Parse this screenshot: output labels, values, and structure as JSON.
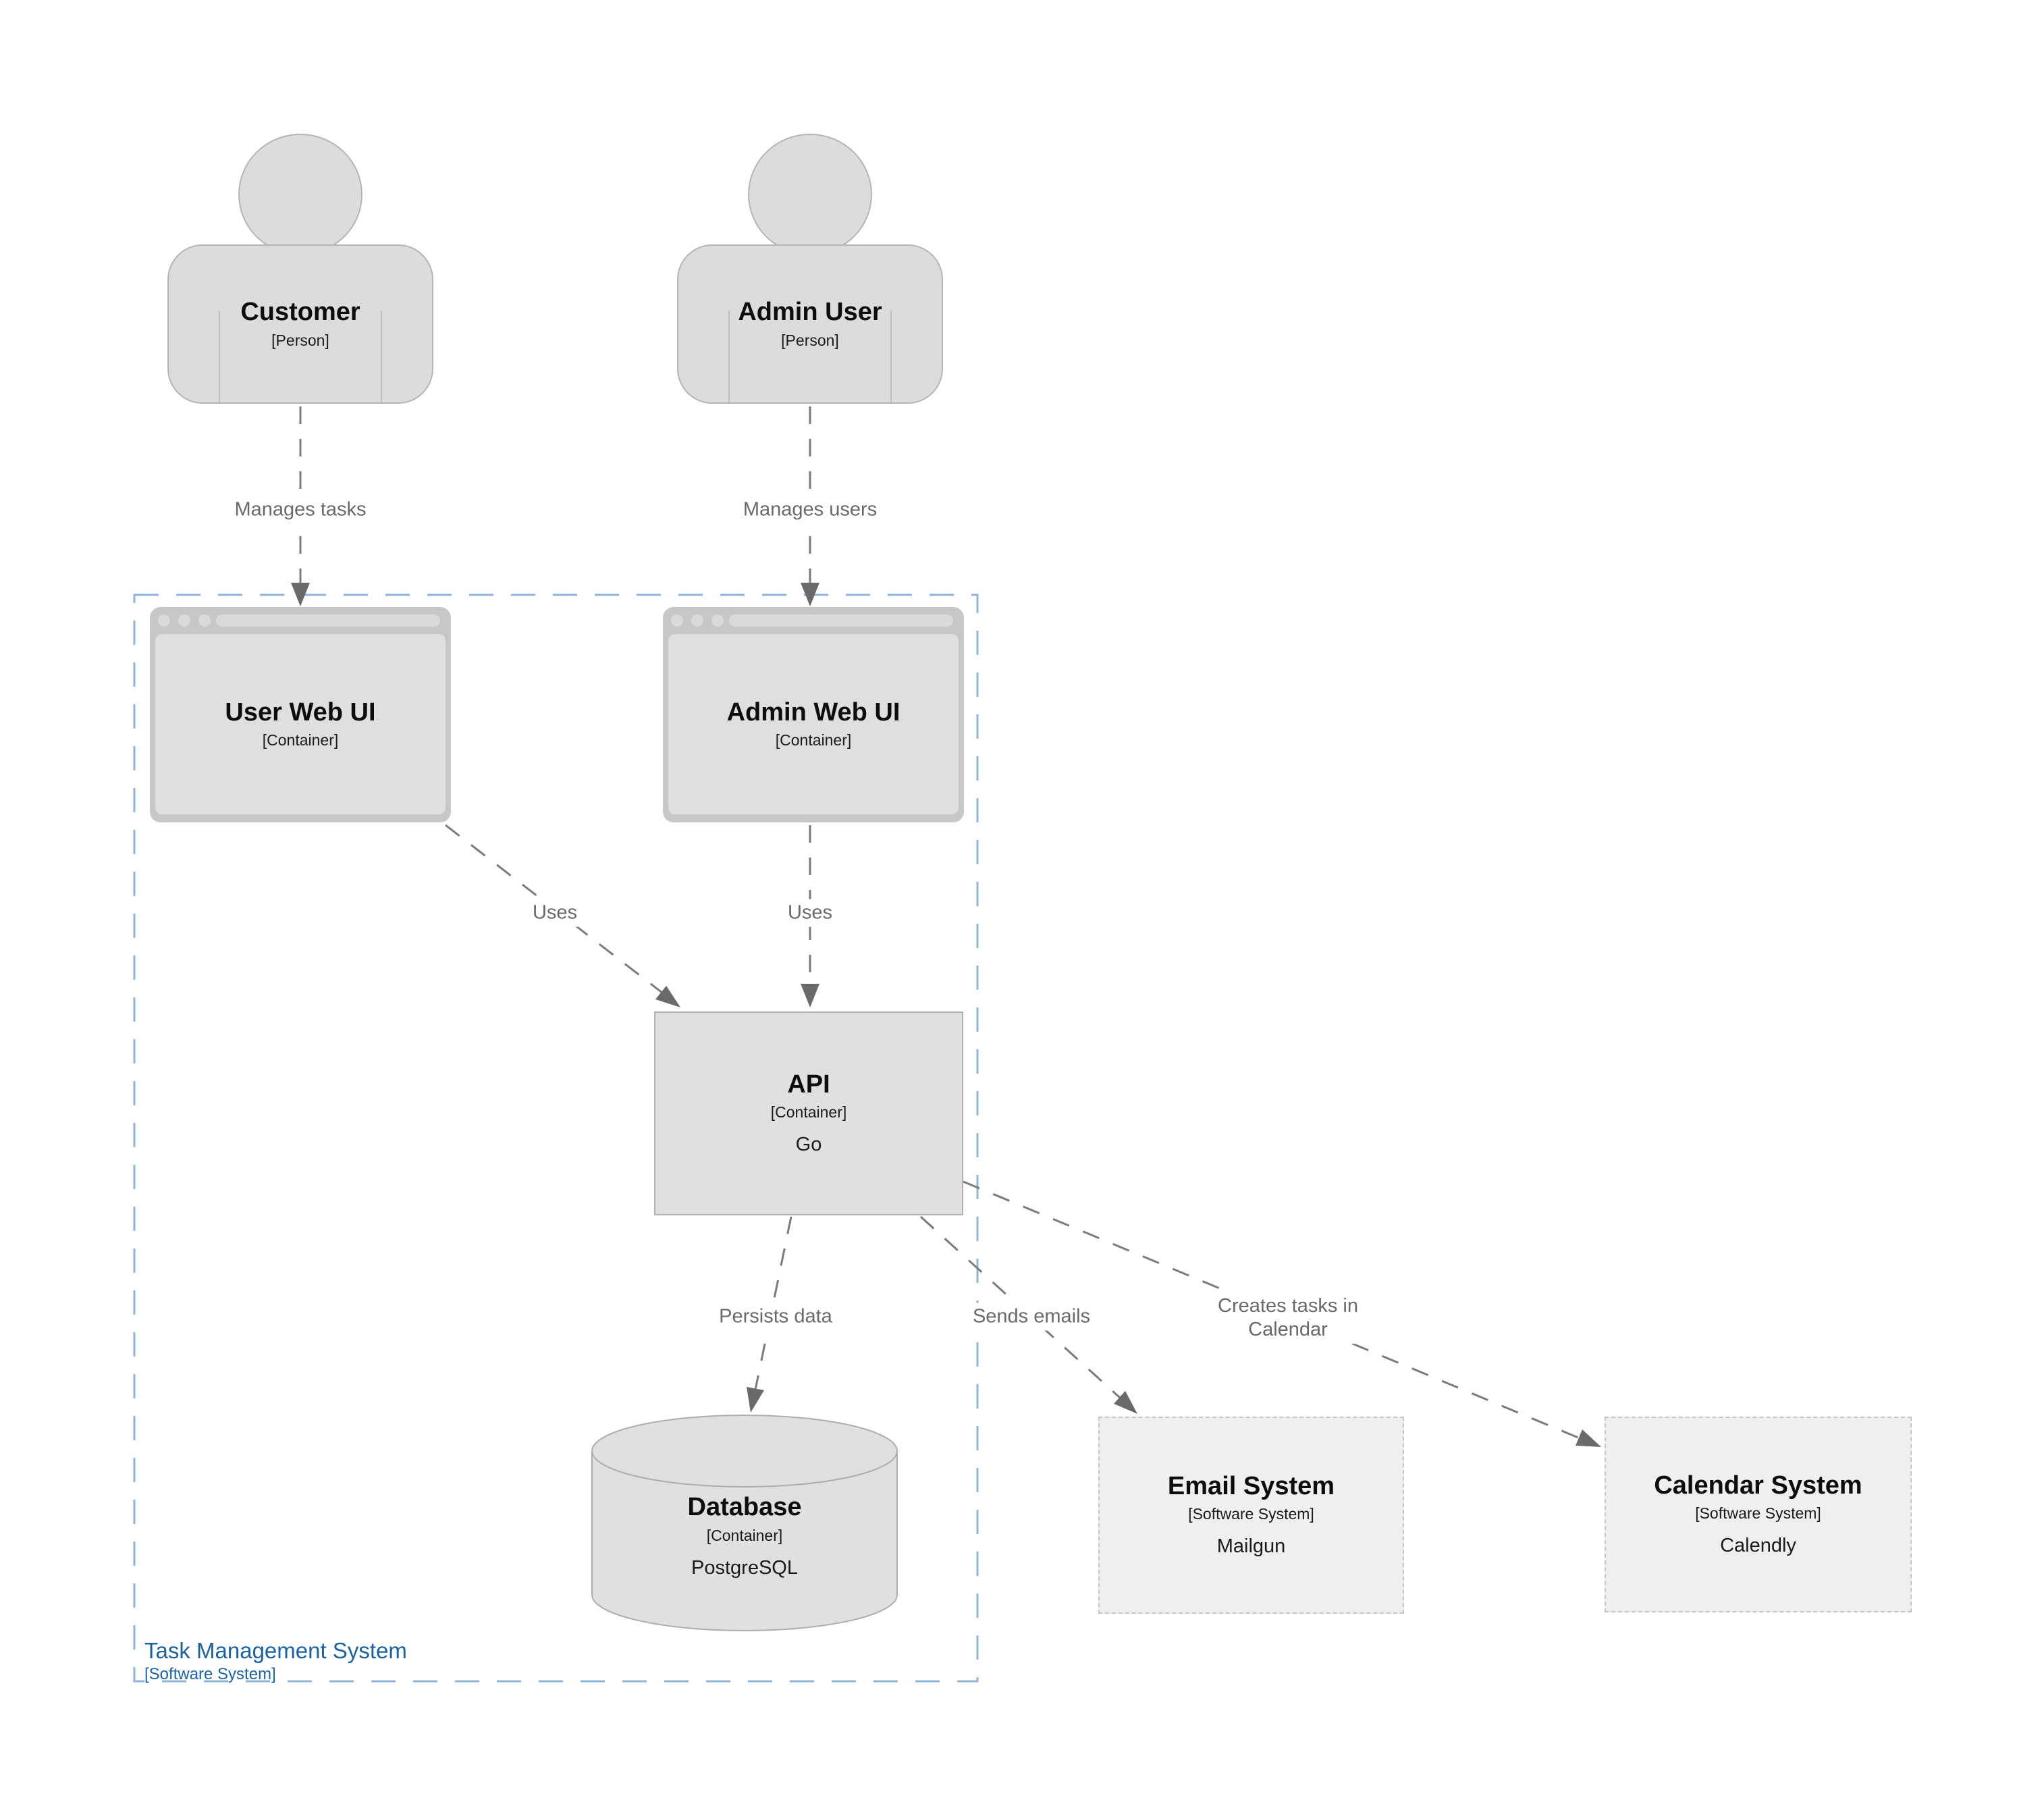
{
  "diagram_type": "C4 container diagram",
  "boundary": {
    "name": "Task Management System",
    "meta": "[Software System]"
  },
  "nodes": {
    "customer": {
      "name": "Customer",
      "meta": "[Person]"
    },
    "admin": {
      "name": "Admin User",
      "meta": "[Person]"
    },
    "user_web_ui": {
      "name": "User Web UI",
      "meta": "[Container]"
    },
    "admin_web_ui": {
      "name": "Admin Web UI",
      "meta": "[Container]"
    },
    "api": {
      "name": "API",
      "meta": "[Container]",
      "tech": "Go"
    },
    "database": {
      "name": "Database",
      "meta": "[Container]",
      "tech": "PostgreSQL"
    },
    "email": {
      "name": "Email System",
      "meta": "[Software System]",
      "tech": "Mailgun"
    },
    "calendar": {
      "name": "Calendar System",
      "meta": "[Software System]",
      "tech": "Calendly"
    }
  },
  "relationships": {
    "customer_to_user_ui": "Manages tasks",
    "admin_to_admin_ui": "Manages users",
    "user_ui_to_api": "Uses",
    "admin_ui_to_api": "Uses",
    "api_to_db": "Persists data",
    "api_to_email": "Sends emails",
    "api_to_calendar": "Creates tasks in Calendar"
  },
  "colors": {
    "boundary_label_blue": "#1b61a6",
    "boundary_dash_blue": "#8fb3d9",
    "node_fill_gray": "#e0e0e0",
    "external_fill_gray": "#efefef",
    "relationship_gray": "#696969"
  }
}
